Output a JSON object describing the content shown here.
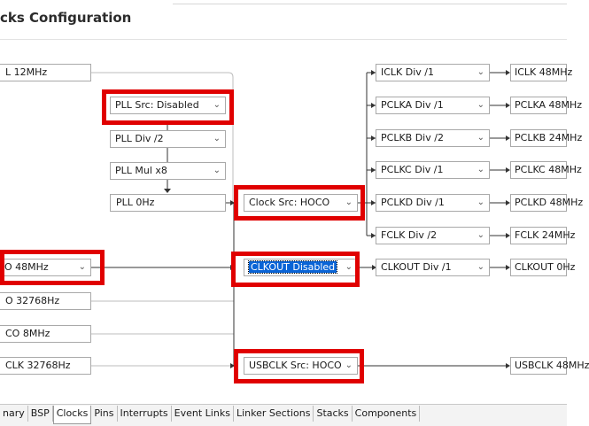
{
  "title": "cks Configuration",
  "left": {
    "pll_input": "L 12MHz",
    "hoco": "O 48MHz",
    "loco": "O 32768Hz",
    "moco": "CO 8MHz",
    "subclk": "CLK 32768Hz"
  },
  "pll": {
    "src": "PLL Src: Disabled",
    "div": "PLL Div /2",
    "mul": "PLL Mul x8",
    "out": "PLL 0Hz"
  },
  "clock_src": "Clock Src: HOCO",
  "clkout_src": "CLKOUT Disabled",
  "usbclk_src": "USBCLK Src: HOCO",
  "dividers": [
    {
      "div": "ICLK Div /1",
      "out": "ICLK 48MHz"
    },
    {
      "div": "PCLKA Div /1",
      "out": "PCLKA 48MHz"
    },
    {
      "div": "PCLKB Div /2",
      "out": "PCLKB 24MHz"
    },
    {
      "div": "PCLKC Div /1",
      "out": "PCLKC 48MHz"
    },
    {
      "div": "PCLKD Div /1",
      "out": "PCLKD 48MHz"
    },
    {
      "div": "FCLK Div /2",
      "out": "FCLK 24MHz"
    }
  ],
  "clkout": {
    "div": "CLKOUT Div /1",
    "out": "CLKOUT 0Hz"
  },
  "usbclk_out": "USBCLK 48MHz",
  "tabs": [
    "nary",
    "BSP",
    "Clocks",
    "Pins",
    "Interrupts",
    "Event Links",
    "Linker Sections",
    "Stacks",
    "Components"
  ],
  "active_tab": "Clocks",
  "icons": {
    "dropdown": "chevron-down-icon",
    "arrow": "arrow-icon"
  },
  "colors": {
    "highlight": "#e00000",
    "selection": "#0a64d6"
  }
}
